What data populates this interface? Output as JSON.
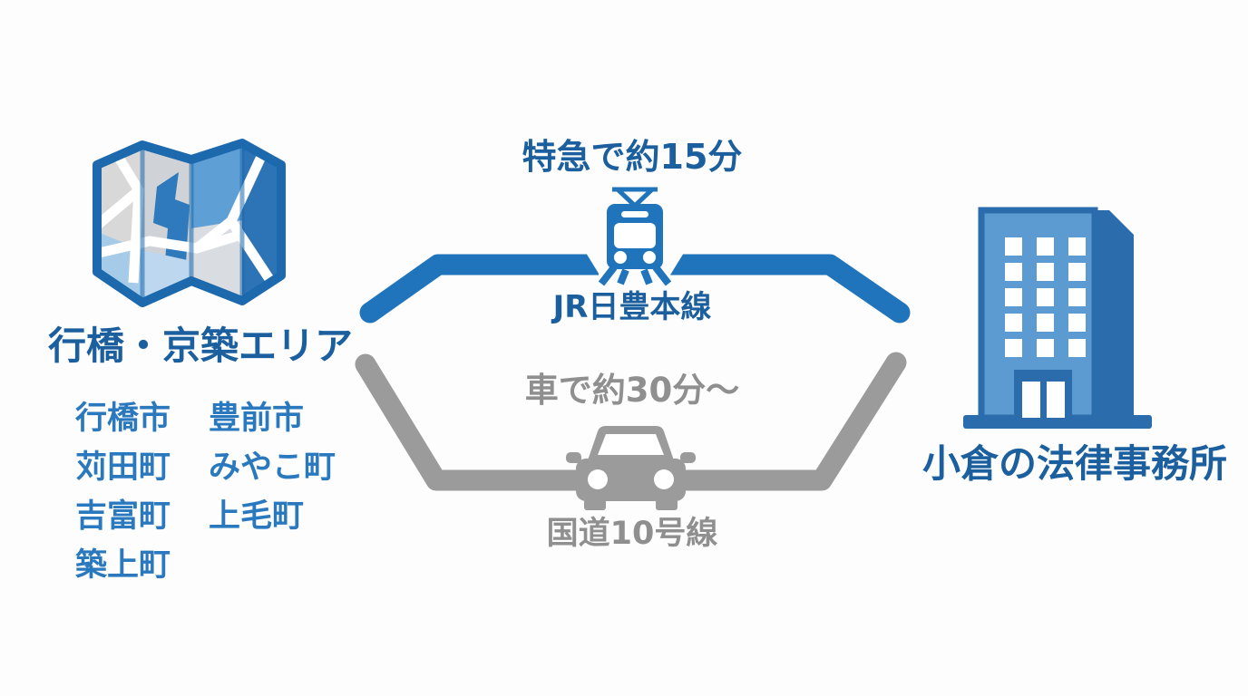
{
  "diagram_title": "access-routes-infographic",
  "origin_area": {
    "title": "行橋・京築エリア",
    "icon": "folded-map-icon",
    "municipalities": [
      "行橋市",
      "豊前市",
      "苅田町",
      "みやこ町",
      "吉富町",
      "上毛町",
      "築上町"
    ]
  },
  "destination": {
    "title": "小倉の法律事務所",
    "icon": "office-building-icon"
  },
  "routes": {
    "train": {
      "duration_label": "特急で約15分",
      "route_name": "JR日豊本線",
      "icon": "train-icon",
      "line_color": "#1f74bc"
    },
    "car": {
      "duration_label": "車で約30分〜",
      "route_name": "国道10号線",
      "icon": "car-icon",
      "line_color": "#9b9b9b"
    }
  },
  "colors": {
    "primary_blue": "#1f74bc",
    "dark_blue_text": "#1b5f9e",
    "list_blue_text": "#2a79be",
    "gray": "#9b9b9b",
    "gray_text": "#8f8f8f",
    "building_front": "#5b9bd2",
    "building_dark": "#2b6cac",
    "map_border": "#1d69ad",
    "map_light_blue": "#a6cbe9",
    "map_sky_blue": "#5e9fd6",
    "map_gray": "#d8d8d8"
  }
}
